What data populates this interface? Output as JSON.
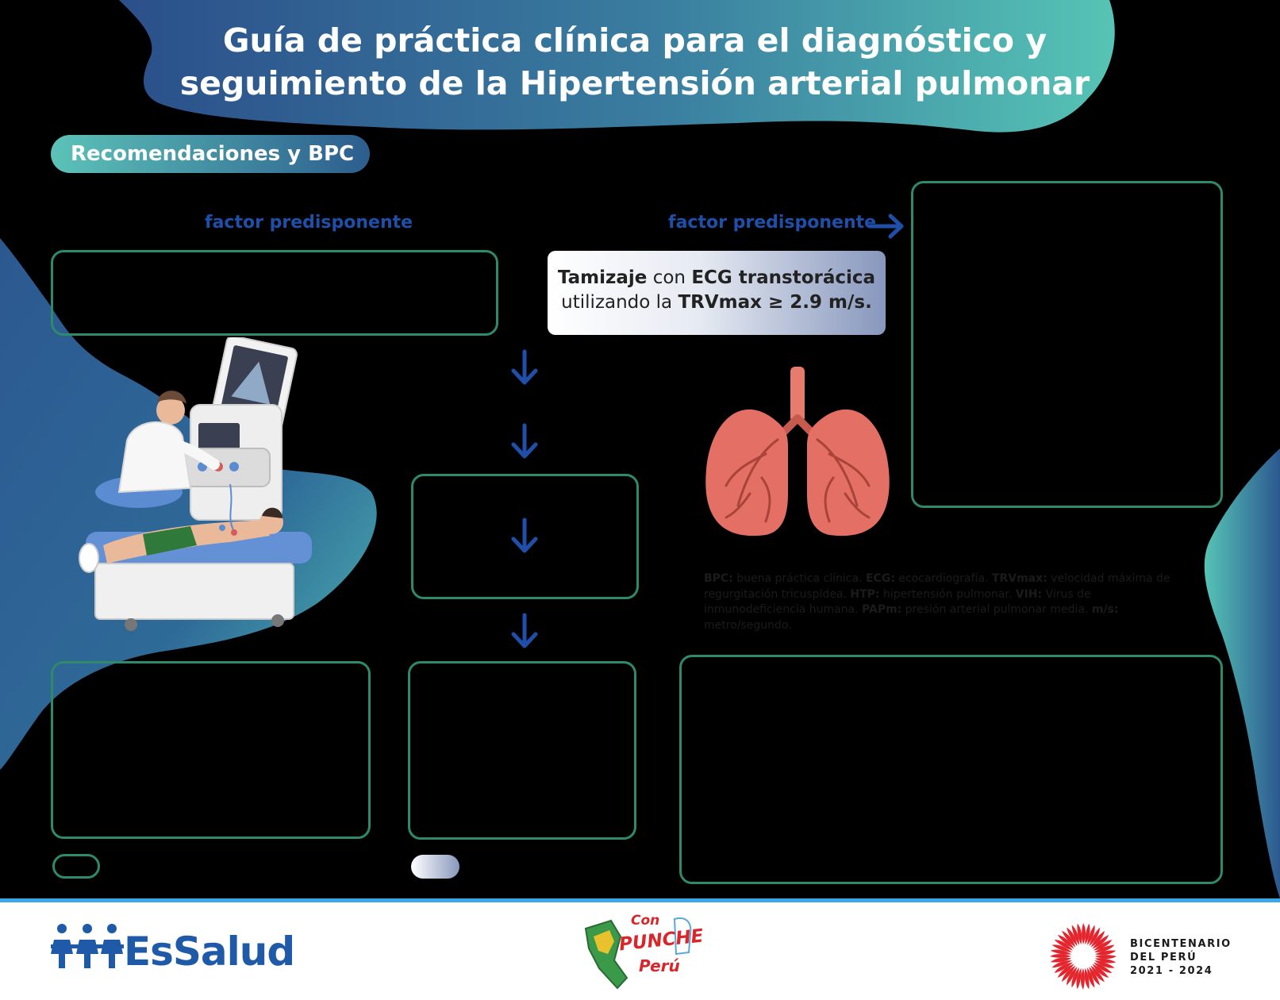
{
  "header": {
    "title_line1": "Guía de práctica clínica para el diagnóstico y",
    "title_line2": "seguimiento de la Hipertensión arterial pulmonar"
  },
  "section_label": "Recomendaciones y BPC",
  "factors": {
    "left": "factor predisponente",
    "right": "factor predisponente"
  },
  "tamizaje": {
    "bold1": "Tamizaje",
    "text1": " con ",
    "bold2": "ECG transtorácica",
    "text2": "utilizando la ",
    "bold3": "TRVmax ≥ 2.9 m/s."
  },
  "abbreviations": [
    {
      "term": "BPC:",
      "def": " buena práctica clínica. "
    },
    {
      "term": "ECG:",
      "def": " ecocardiografía. "
    },
    {
      "term": "TRVmax:",
      "def": " velocidad máxima de regurgitación tricuspídea. "
    },
    {
      "term": "HTP:",
      "def": " hipertensión pulmonar. "
    },
    {
      "term": "VIH:",
      "def": " Virus de inmunodeficiencia humana. "
    },
    {
      "term": "PAPm:",
      "def": " presión arterial pulmonar media. "
    },
    {
      "term": "m/s:",
      "def": " metro/segundo."
    }
  ],
  "footer": {
    "essalud": "EsSalud",
    "punche_con": "Con",
    "punche_word": "PUNCHE",
    "punche_peru": "Perú",
    "bicentenario_line1": "BICENTENARIO",
    "bicentenario_line2": "DEL PERÚ",
    "bicentenario_line3": "2021 - 2024"
  },
  "colors": {
    "accent_blue": "#1f4fa8",
    "box_green": "#2f8a6a",
    "teal": "#5cc3b8",
    "navy": "#2c5d8e",
    "footer_line": "#3aa7e6"
  }
}
